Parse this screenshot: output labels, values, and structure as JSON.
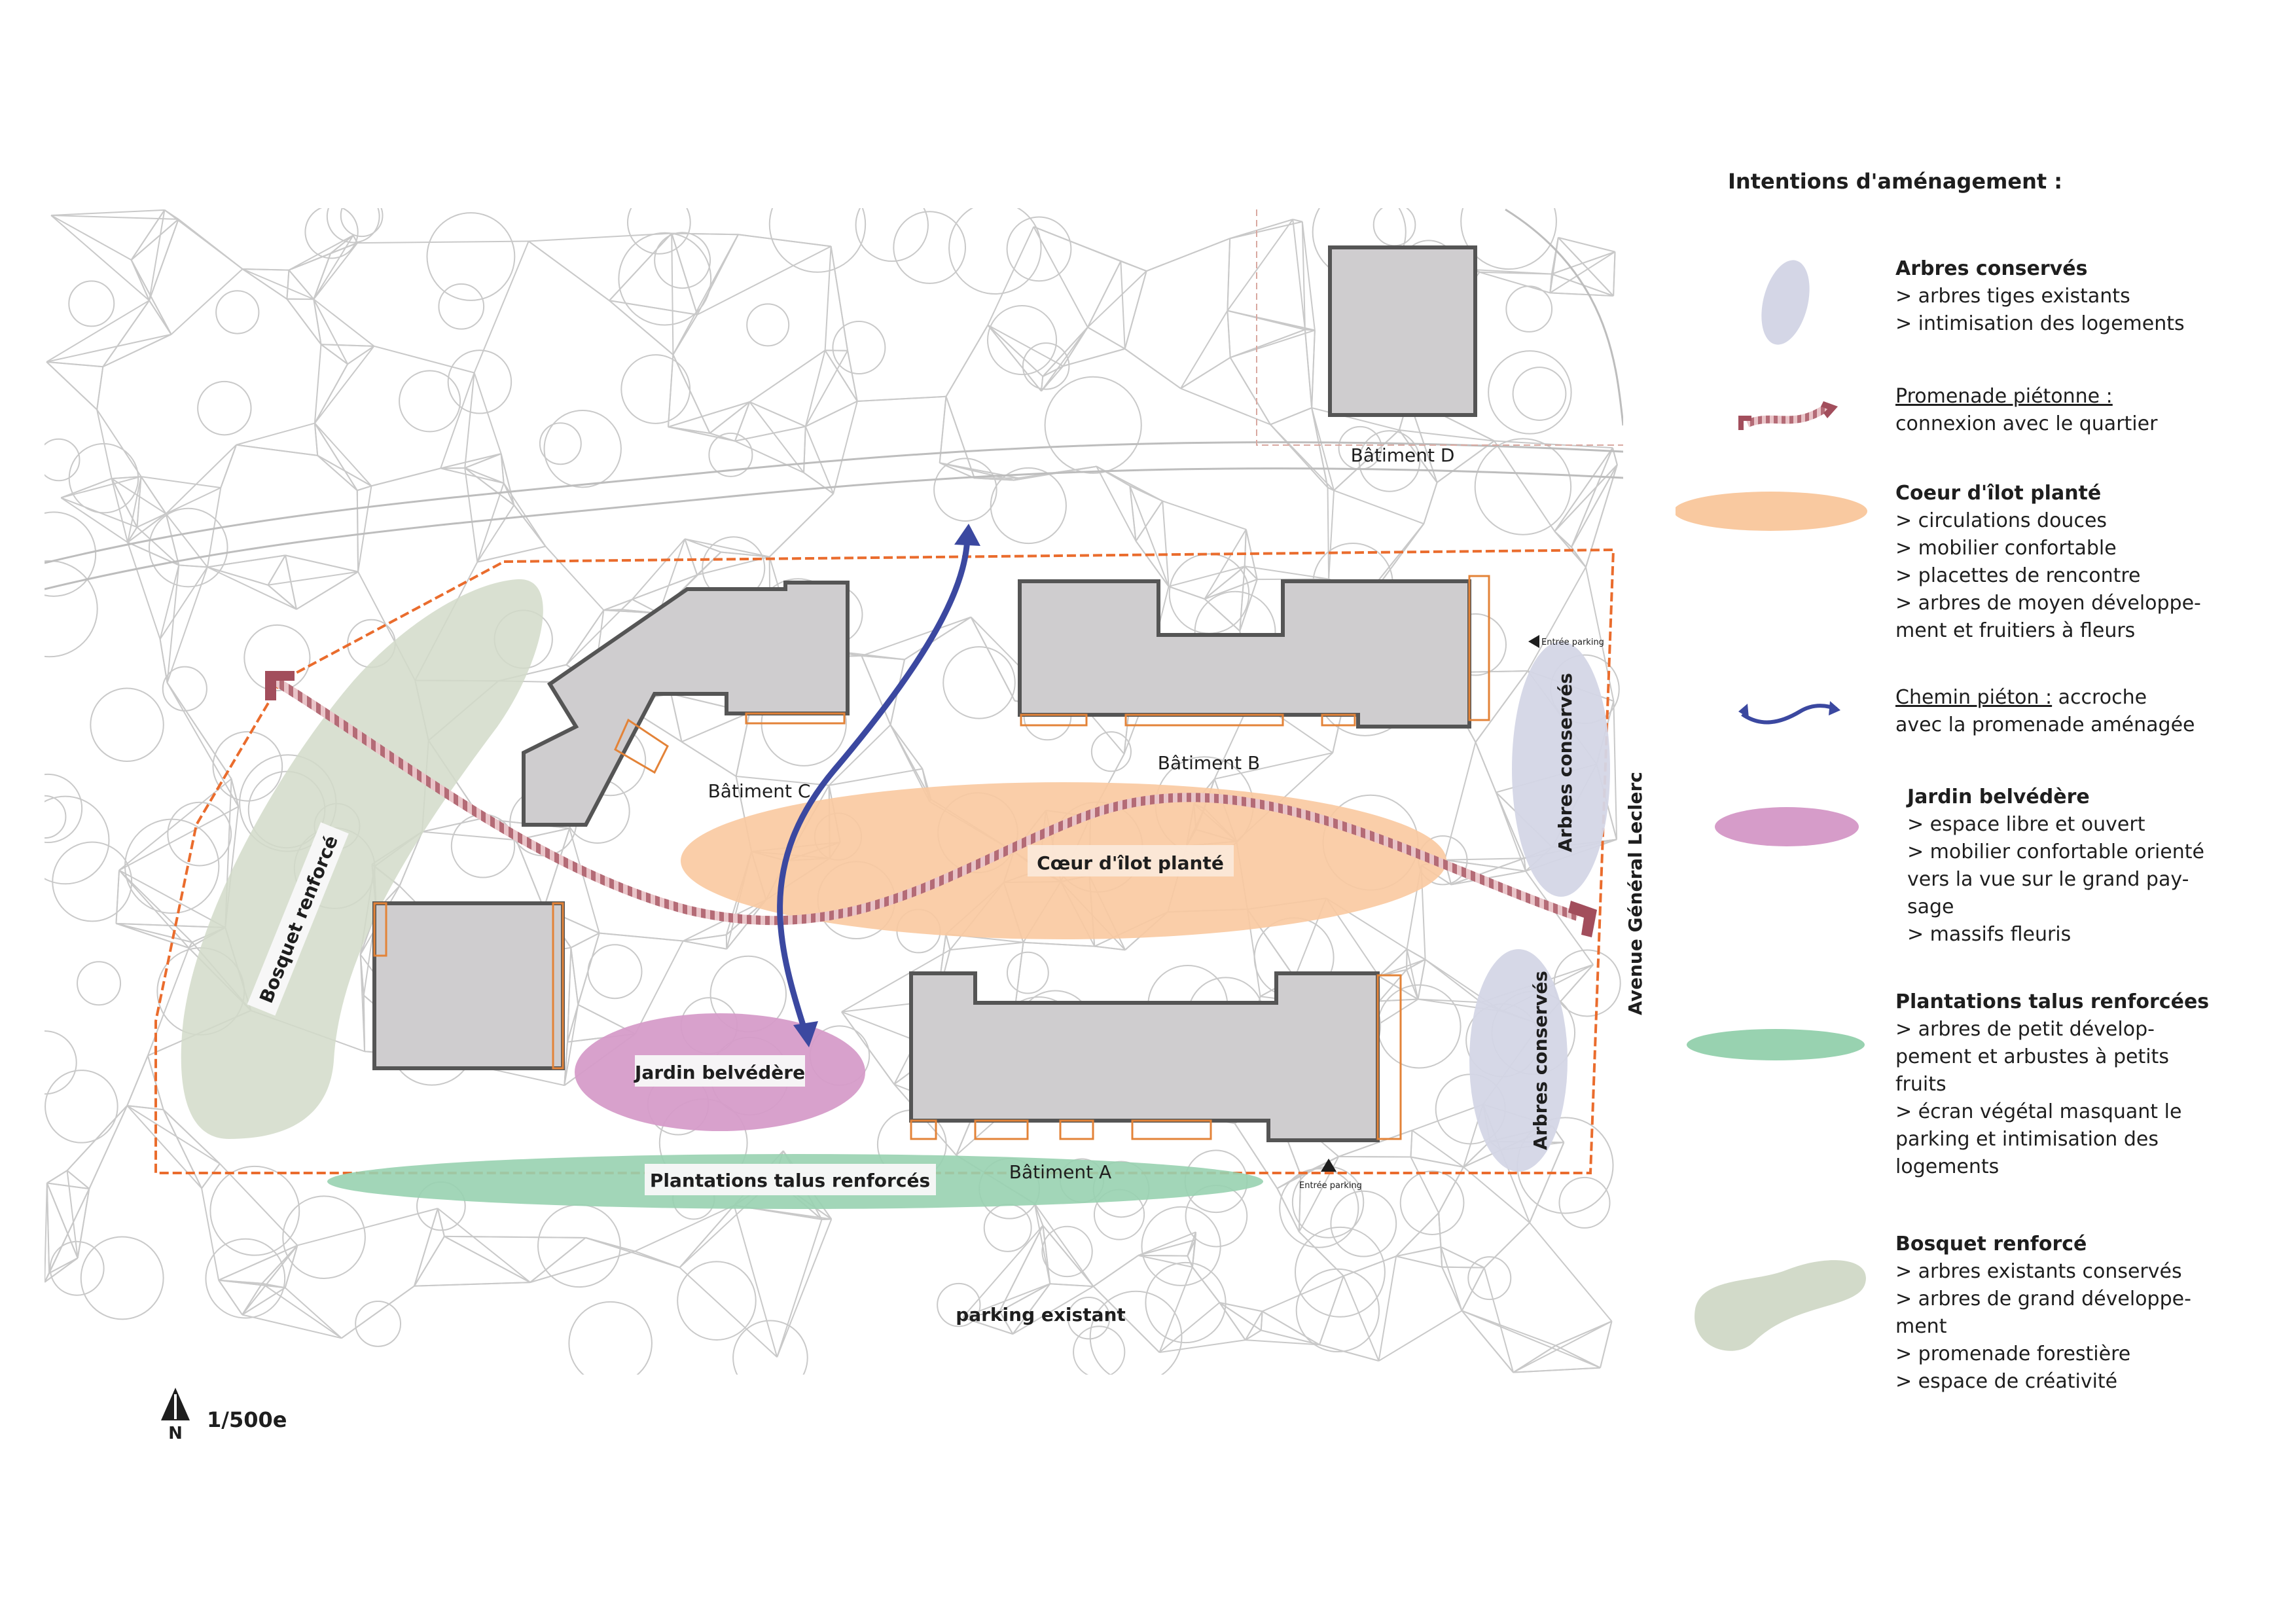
{
  "plan": {
    "buildings": {
      "a": "Bâtiment A",
      "b": "Bâtiment B",
      "c": "Bâtiment C",
      "d": "Bâtiment D"
    },
    "zones": {
      "coeur": "Cœur d'îlot planté",
      "jardin": "Jardin belvédère",
      "plantations": "Plantations talus renforcés",
      "bosquet": "Bosquet renforcé",
      "arbres_1": "Arbres conservés",
      "arbres_2": "Arbres conservés"
    },
    "road": "Avenue Général Leclerc",
    "parking": "parking existant",
    "entrance_1": "Entrée parking",
    "entrance_2": "Entrée parking",
    "north": "N",
    "scale": "1/500e"
  },
  "legend": {
    "title": "Intentions d'aménagement :",
    "items": [
      {
        "title": "Arbres conservés",
        "lines": [
          "> arbres tiges existants",
          "> intimisation des logements"
        ],
        "color": "#d4d6e6"
      },
      {
        "title": "Promenade piétonne :",
        "lines": [
          "connexion avec le quartier"
        ],
        "color": "#a24e5c"
      },
      {
        "title": "Coeur d'îlot planté",
        "lines": [
          "> circulations douces",
          "> mobilier confortable",
          "> placettes de rencontre",
          "> arbres de moyen développe-",
          "ment et fruitiers à fleurs"
        ],
        "color": "#f9c9a0"
      },
      {
        "title": "Chemin piéton :",
        "title_rest": " accroche",
        "lines": [
          "avec la promenade aménagée"
        ],
        "color": "#3b48a0"
      },
      {
        "title": "Jardin belvédère",
        "lines": [
          "> espace libre et ouvert",
          "> mobilier confortable orienté",
          "vers la vue sur le grand pay-",
          "sage",
          "> massifs fleuris"
        ],
        "color": "#d69cc9"
      },
      {
        "title": "Plantations talus renforcées",
        "lines": [
          "> arbres de petit dévelop-",
          "pement et arbustes à petits",
          "fruits",
          "> écran végétal masquant le",
          "parking et intimisation des",
          "logements"
        ],
        "color": "#98d2b0"
      },
      {
        "title": "Bosquet renforcé",
        "lines": [
          "> arbres existants conservés",
          "> arbres de grand développe-",
          "ment",
          "> promenade forestière",
          "> espace de créativité"
        ],
        "color": "#d2dac9"
      }
    ]
  }
}
